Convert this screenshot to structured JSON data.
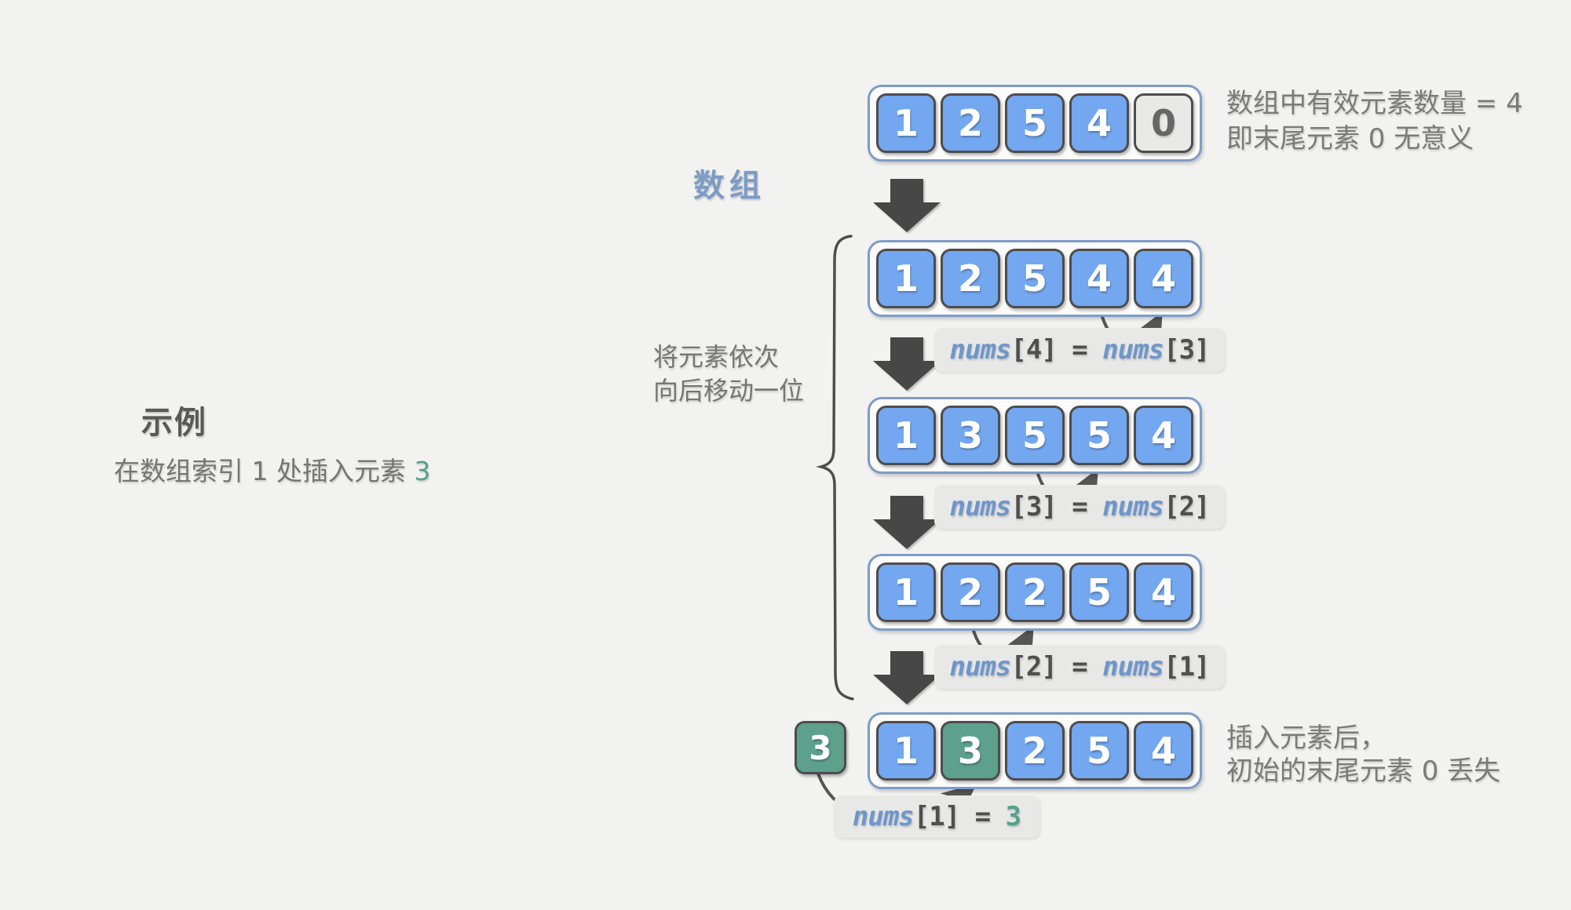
{
  "example": {
    "title": "示例",
    "description_prefix": "在数组索引 1 处插入元素 ",
    "description_value": "3"
  },
  "array_label": "数组",
  "top_note": {
    "line1": "数组中有效元素数量 = 4",
    "line2": "即末尾元素 0 无意义"
  },
  "shift_note": {
    "line1": "将元素依次",
    "line2": "向后移动一位"
  },
  "bottom_note": {
    "line1": "插入元素后，",
    "line2": "初始的末尾元素 0 丢失"
  },
  "insert_box": {
    "value": "3"
  },
  "arrays": [
    {
      "cells": [
        {
          "v": "1",
          "type": "blue"
        },
        {
          "v": "2",
          "type": "blue"
        },
        {
          "v": "5",
          "type": "blue"
        },
        {
          "v": "4",
          "type": "blue"
        },
        {
          "v": "0",
          "type": "gray"
        }
      ]
    },
    {
      "cells": [
        {
          "v": "1",
          "type": "blue"
        },
        {
          "v": "2",
          "type": "blue"
        },
        {
          "v": "5",
          "type": "blue"
        },
        {
          "v": "4",
          "type": "blue"
        },
        {
          "v": "4",
          "type": "blue"
        }
      ]
    },
    {
      "cells": [
        {
          "v": "1",
          "type": "blue"
        },
        {
          "v": "3",
          "type": "blue"
        },
        {
          "v": "5",
          "type": "blue"
        },
        {
          "v": "5",
          "type": "blue"
        },
        {
          "v": "4",
          "type": "blue"
        }
      ]
    },
    {
      "cells": [
        {
          "v": "1",
          "type": "blue"
        },
        {
          "v": "2",
          "type": "blue"
        },
        {
          "v": "2",
          "type": "blue"
        },
        {
          "v": "5",
          "type": "blue"
        },
        {
          "v": "4",
          "type": "blue"
        }
      ]
    },
    {
      "cells": [
        {
          "v": "1",
          "type": "blue"
        },
        {
          "v": "3",
          "type": "green"
        },
        {
          "v": "2",
          "type": "blue"
        },
        {
          "v": "5",
          "type": "blue"
        },
        {
          "v": "4",
          "type": "blue"
        }
      ]
    }
  ],
  "annotations": [
    {
      "parts": [
        {
          "text": "nums",
          "c": "blue"
        },
        {
          "text": "[4] = ",
          "c": "dark"
        },
        {
          "text": "nums",
          "c": "blue"
        },
        {
          "text": "[3]",
          "c": "dark"
        }
      ]
    },
    {
      "parts": [
        {
          "text": "nums",
          "c": "blue"
        },
        {
          "text": "[3] = ",
          "c": "dark"
        },
        {
          "text": "nums",
          "c": "blue"
        },
        {
          "text": "[2]",
          "c": "dark"
        }
      ]
    },
    {
      "parts": [
        {
          "text": "nums",
          "c": "blue"
        },
        {
          "text": "[2] = ",
          "c": "dark"
        },
        {
          "text": "nums",
          "c": "blue"
        },
        {
          "text": "[1]",
          "c": "dark"
        }
      ]
    },
    {
      "parts": [
        {
          "text": "nums",
          "c": "blue"
        },
        {
          "text": "[1] = ",
          "c": "dark"
        },
        {
          "text": "3",
          "c": "green"
        }
      ]
    }
  ],
  "colors": {
    "background": "#f2f2f1",
    "cell_blue": "#73a7f0",
    "cell_gray": "#e9e9e8",
    "cell_green": "#5da08b",
    "cell_border": "#4d4d4d",
    "container_border": "#7e9cc8",
    "container_fill": "#fbfbfa",
    "annotation_bg": "#e8e8e6",
    "annotation_nums_blue": "#6e96cb",
    "annotation_dark": "#4f4f4f",
    "annotation_green": "#56a08c",
    "label_blue": "#7c9cc5",
    "note_gray": "#7a7a7a",
    "block_arrow": "#474747",
    "curve_arrow": "#555555"
  },
  "icons": {
    "down_arrow": "block-down-arrow",
    "copy_arrow": "curved-arrow",
    "brace": "left-curly-brace"
  }
}
